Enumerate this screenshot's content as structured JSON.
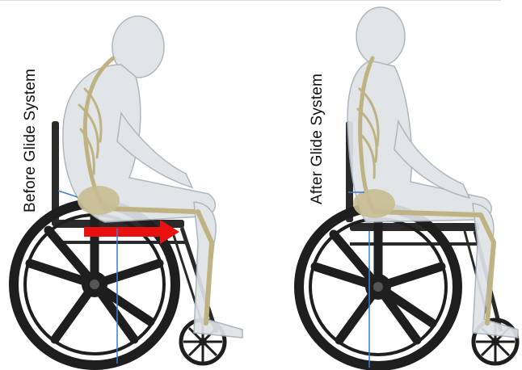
{
  "labels": {
    "before": "Before Glide System",
    "after": "After Glide System"
  },
  "colors": {
    "arrow": "#e8110f",
    "wheel": "#1e1e1e",
    "body": "#dfe3e7",
    "bone": "#cfc39a",
    "marker": "#3a7bd5"
  },
  "icons": [
    "wheelchair-icon",
    "skeleton-figure",
    "red-arrow-icon"
  ]
}
